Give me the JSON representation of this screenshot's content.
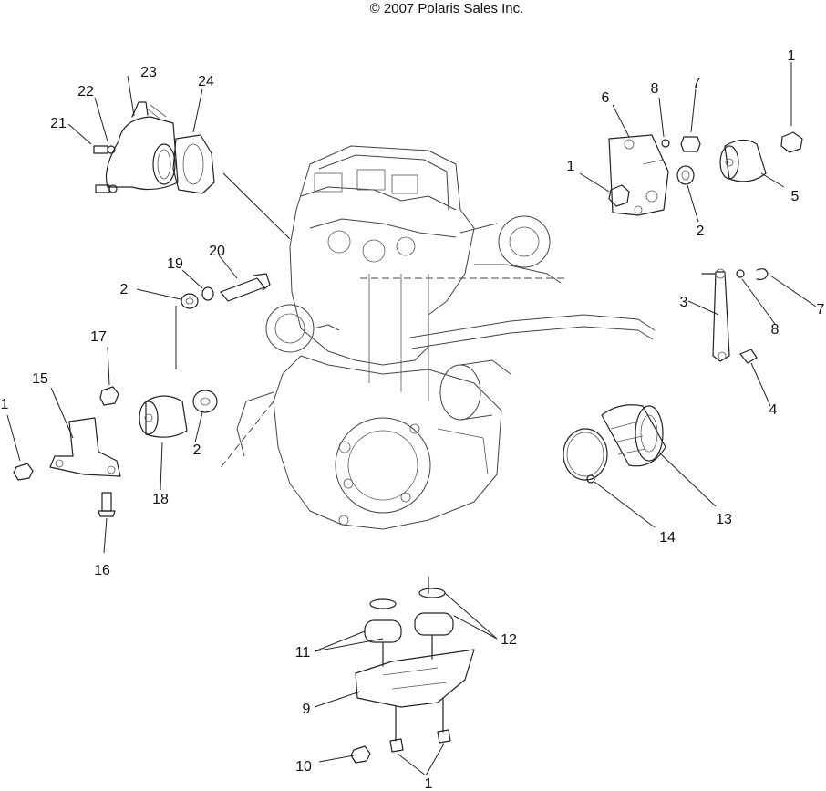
{
  "copyright": "© 2007 Polaris Sales Inc.",
  "callouts": {
    "c1_top_right": "1",
    "c1_right": "1",
    "c1_left": "1",
    "c1_bottom": "1",
    "c2_upper": "2",
    "c2_left_top": "2",
    "c2_left_bottom": "2",
    "c3": "3",
    "c4": "4",
    "c5": "5",
    "c6": "6",
    "c7_upper": "7",
    "c7_lower": "7",
    "c8_upper": "8",
    "c8_lower": "8",
    "c9": "9",
    "c10": "10",
    "c11": "11",
    "c12": "12",
    "c13": "13",
    "c14": "14",
    "c15": "15",
    "c16": "16",
    "c17": "17",
    "c18": "18",
    "c19": "19",
    "c20": "20",
    "c21": "21",
    "c22": "22",
    "c23": "23",
    "c24": "24"
  }
}
